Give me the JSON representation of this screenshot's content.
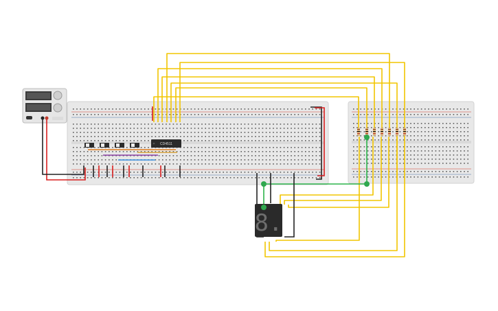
{
  "circuit": {
    "ic_label": "CD4511",
    "seven_segment_digit": "8.",
    "colors": {
      "board": "#e8e8e8",
      "board_edge": "#d2d2d2",
      "hole": "#5c5c5c",
      "rail_red": "#d0392b",
      "rail_blue": "#4a6fa8",
      "wire_yellow": "#f2c500",
      "wire_red": "#d81e1e",
      "wire_black": "#222222",
      "wire_green": "#2bb34a",
      "wire_purple": "#8a3fa3",
      "wire_blue": "#3a8fe0",
      "wire_orange": "#e07b1c",
      "ic_body": "#2b2b2b",
      "display_body": "#2a2a2a",
      "psu_body": "#e6e6e6",
      "node_green": "#2fa84f"
    },
    "components": [
      "power-supply",
      "main-breadboard",
      "right-breadboard",
      "dip-switches",
      "decoder-ic",
      "seven-segment-display",
      "resistor-array"
    ]
  }
}
